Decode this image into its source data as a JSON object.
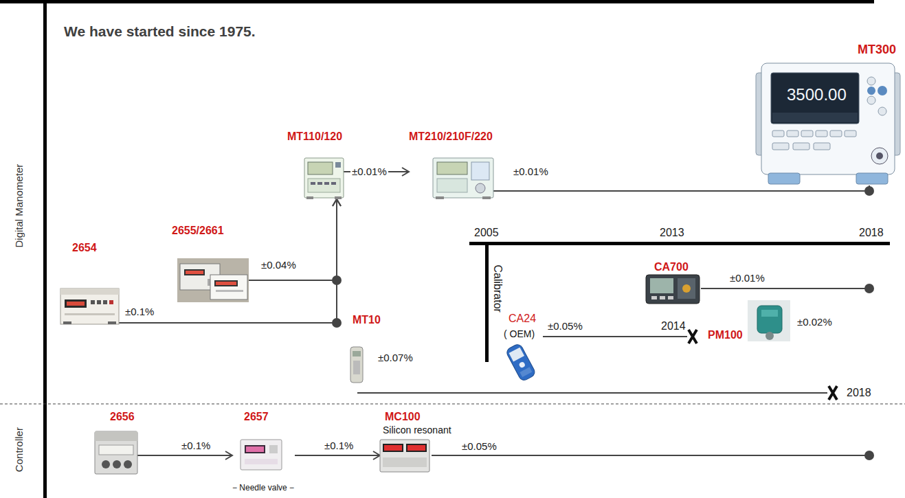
{
  "diagram": {
    "title": "We have started since 1975.",
    "nodes": [
      {
        "text": [
          "2654"
        ]
      },
      {
        "text": [
          "2655/2661"
        ]
      },
      {
        "text": [
          "MT110/120"
        ]
      },
      {
        "text": [
          "MT210/210F/220"
        ]
      },
      {
        "text": [
          "MT300"
        ]
      },
      {
        "text": [
          "MT10"
        ]
      },
      {
        "text": [
          "CA24",
          "( OEM)"
        ]
      },
      {
        "text": [
          "CA700"
        ]
      },
      {
        "text": [
          "PM100"
        ]
      },
      {
        "text": [
          "2656"
        ]
      },
      {
        "text": [
          "2657",
          "− Needle valve −"
        ]
      },
      {
        "text": [
          "MC100",
          "Silicon resonant"
        ]
      }
    ],
    "edges": [
      {
        "from": 0,
        "to": 2,
        "arrow": "to",
        "label": "±0.1%"
      },
      {
        "from": 1,
        "to": 2,
        "arrow": "to",
        "label": "±0.04%"
      },
      {
        "from": 2,
        "to": 3,
        "arrow": "to",
        "label": "±0.01%"
      },
      {
        "from": 3,
        "to": 4,
        "arrow": "none",
        "label": "±0.01%"
      },
      {
        "from": 9,
        "to": 10,
        "arrow": "to",
        "label": "±0.1%"
      },
      {
        "from": 10,
        "to": 11,
        "arrow": "to",
        "label": "±0.1%"
      }
    ],
    "labels": [
      "Digital Manometer",
      "Controller",
      "2005",
      "2013",
      "2018",
      "Calibrator",
      "±0.01%",
      "2014",
      "±0.05%",
      "±0.02%",
      "±0.07%",
      "2018",
      "±0.05%",
      "3500.00"
    ]
  }
}
